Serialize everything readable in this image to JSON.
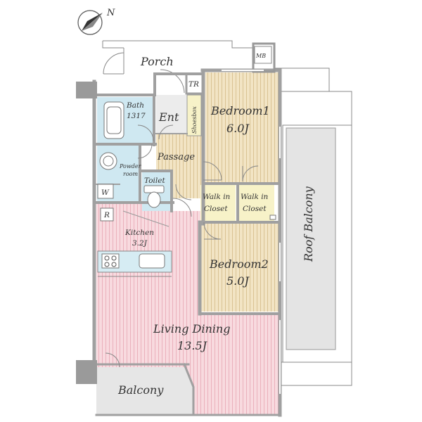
{
  "compass": {
    "label": "N"
  },
  "rooms": {
    "porch": "Porch",
    "mb": "MB",
    "tr": "TR",
    "bath_line1": "Bath",
    "bath_line2": "1317",
    "ent": "Ent",
    "shoebox": "Shoesbox",
    "bedroom1_name": "Bedroom1",
    "bedroom1_size": "6.0J",
    "passage": "Passage",
    "powder_line1": "Powder",
    "powder_line2": "room",
    "toilet": "Toilet",
    "w": "W",
    "walkin1_line1": "Walk in",
    "walkin1_line2": "Closet",
    "walkin2_line1": "Walk in",
    "walkin2_line2": "Closet",
    "r": "R",
    "kitchen_name": "Kitchen",
    "kitchen_size": "3.2J",
    "bedroom2_name": "Bedroom2",
    "bedroom2_size": "5.0J",
    "living_name": "Living Dining",
    "living_size": "13.5J",
    "balcony": "Balcony",
    "roof_balcony": "Roof Balcony"
  },
  "colors": {
    "wall": "#999999",
    "wood": "#f2e4c4",
    "wood_stripe": "#d8c08e",
    "pink": "#f7d6dc",
    "pink_stripe": "#e8a9b4",
    "wet": "#cfe8f1",
    "closet": "#f7f2c8",
    "grey_area": "#e6e6e6"
  }
}
